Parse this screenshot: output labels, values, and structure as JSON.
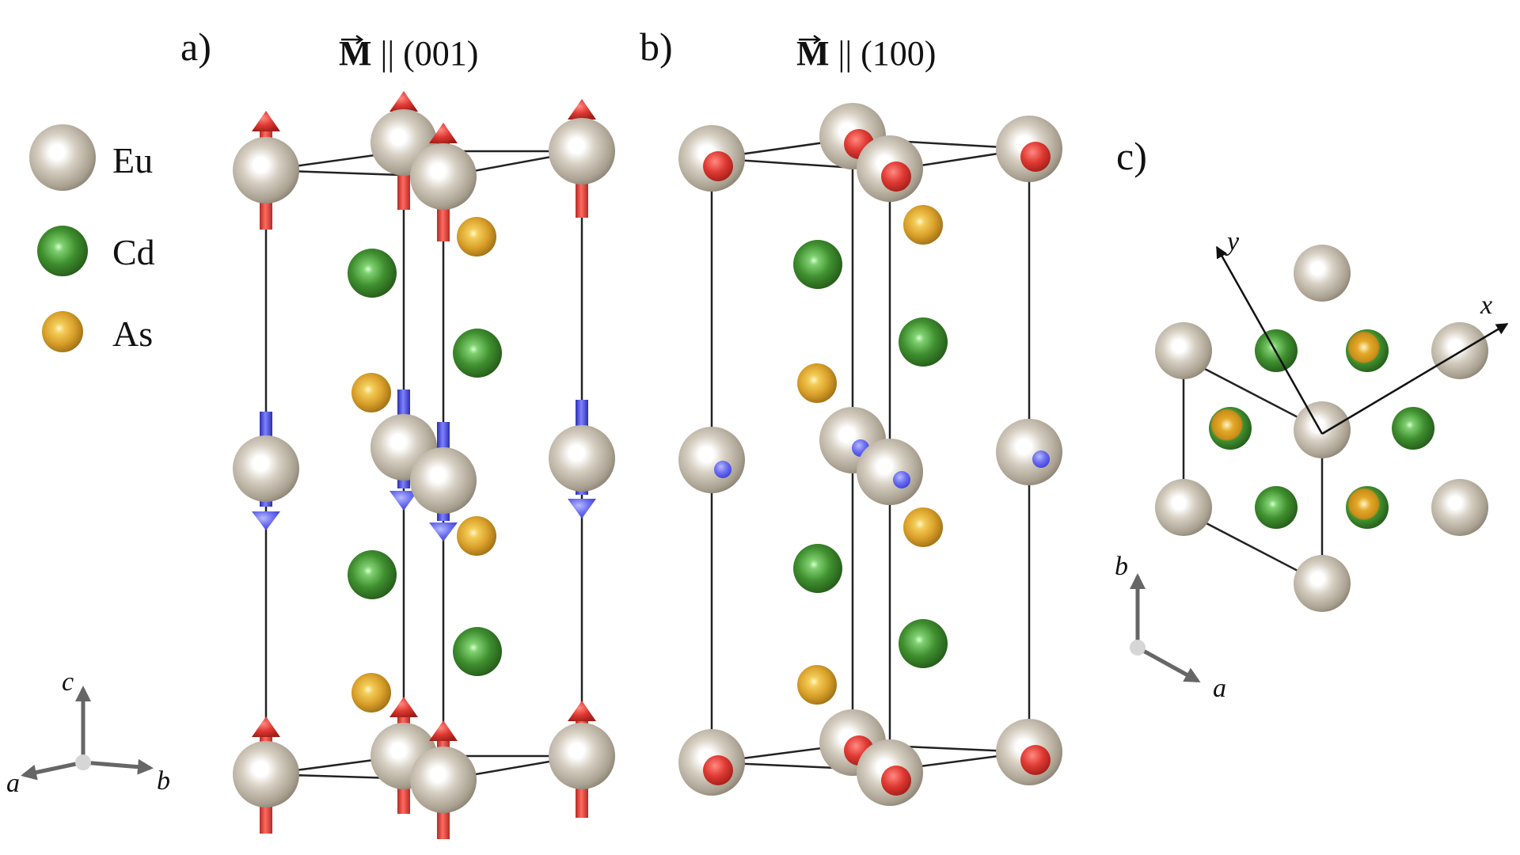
{
  "panels": {
    "a": {
      "label": "a)",
      "title_symbol": "M",
      "title_text": " || (001)"
    },
    "b": {
      "label": "b)",
      "title_symbol": "M",
      "title_text": " || (100)"
    },
    "c": {
      "label": "c)"
    }
  },
  "legend": [
    {
      "name": "Eu",
      "color": "#c9c1b3"
    },
    {
      "name": "Cd",
      "color": "#3f8f2f"
    },
    {
      "name": "As",
      "color": "#e0a827"
    }
  ],
  "axes": {
    "panel_a": {
      "c": "c",
      "a": "a",
      "b": "b"
    },
    "panel_c": {
      "b": "b",
      "a": "a",
      "x": "x",
      "y": "y"
    }
  },
  "colors": {
    "spin_up": "#e03a34",
    "spin_down": "#3a3fd6",
    "eu": "#c9c1b3",
    "cd": "#3f8f2f",
    "as": "#e0a827"
  }
}
